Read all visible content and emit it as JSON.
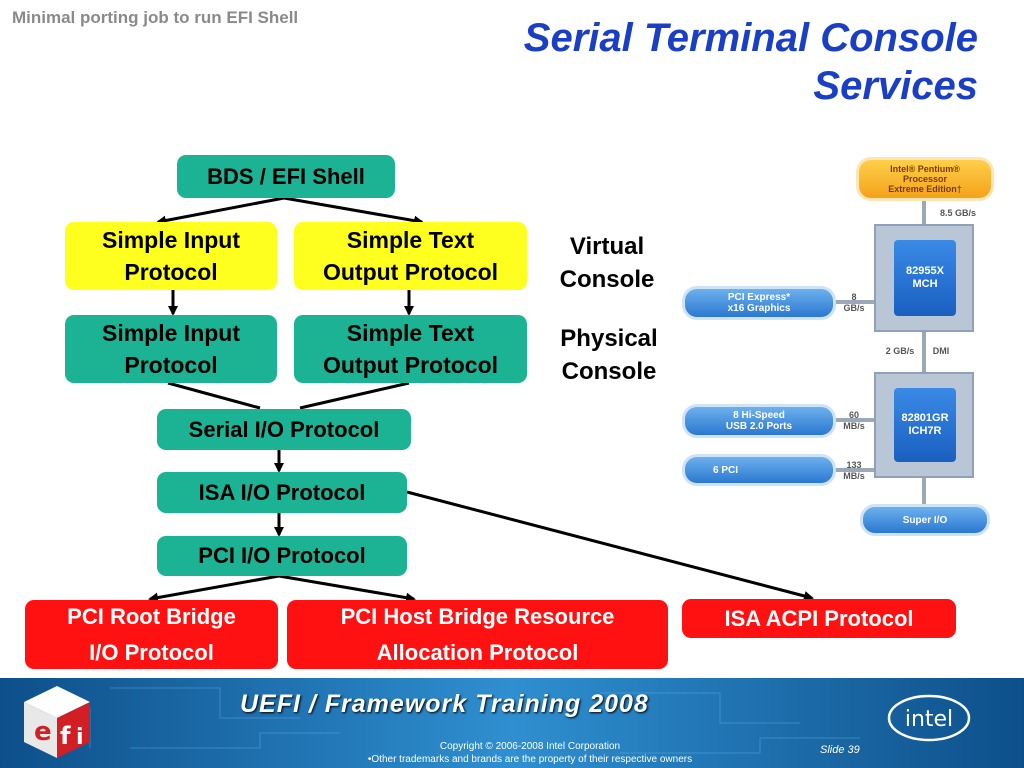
{
  "header": {
    "subtitle": "Minimal porting job to run EFI Shell",
    "title_line1": "Serial Terminal Console",
    "title_line2": "Services"
  },
  "stack": {
    "bds": "BDS / EFI Shell",
    "virtual_input_l1": "Simple Input",
    "virtual_input_l2": "Protocol",
    "virtual_output_l1": "Simple Text",
    "virtual_output_l2": "Output Protocol",
    "physical_input_l1": "Simple Input",
    "physical_input_l2": "Protocol",
    "physical_output_l1": "Simple Text",
    "physical_output_l2": "Output Protocol",
    "serial_io": "Serial I/O Protocol",
    "isa_io": "ISA I/O Protocol",
    "pci_io": "PCI I/O Protocol",
    "pci_root_l1": "PCI Root Bridge",
    "pci_root_l2": "I/O Protocol",
    "pci_host_l1": "PCI Host Bridge Resource",
    "pci_host_l2": "Allocation Protocol",
    "isa_acpi": "ISA ACPI Protocol"
  },
  "labels": {
    "virtual_l1": "Virtual",
    "virtual_l2": "Console",
    "physical_l1": "Physical",
    "physical_l2": "Console"
  },
  "chipset": {
    "cpu_l1": "Intel® Pentium®",
    "cpu_l2": "Processor",
    "cpu_l3": "Extreme Edition†",
    "fsb_bw": "8.5 GB/s",
    "mch_l1": "82955X",
    "mch_l2": "MCH",
    "pcie_l1": "PCI Express*",
    "pcie_l2": "x16 Graphics",
    "pcie_bw_l1": "8",
    "pcie_bw_l2": "GB/s",
    "dmi_bw": "2 GB/s",
    "dmi_label": "DMI",
    "ich_l1": "82801GR",
    "ich_l2": "ICH7R",
    "usb_l1": "8 Hi-Speed",
    "usb_l2": "USB 2.0 Ports",
    "usb_bw_l1": "60",
    "usb_bw_l2": "MB/s",
    "pci": "6 PCI",
    "pci_bw_l1": "133",
    "pci_bw_l2": "MB/s",
    "superio": "Super I/O"
  },
  "footer": {
    "title": "UEFI / Framework Training 2008",
    "copyright_l1": "Copyright © 2006-2008 Intel Corporation",
    "copyright_l2": "•Other trademarks and brands are the property of their respective owners",
    "slide": "Slide 39",
    "intel": "intel",
    "efi_e": "e",
    "efi_f": "f",
    "efi_i": "i"
  },
  "colors": {
    "teal": "#1bb394",
    "yellow": "#ffff1f",
    "red": "#ff1111",
    "title_blue": "#1a3fc4"
  }
}
